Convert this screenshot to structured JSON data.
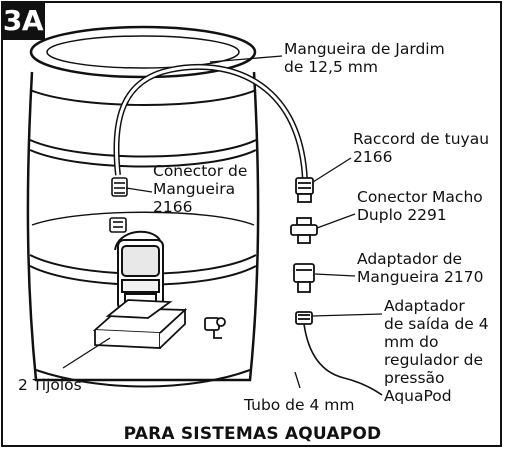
{
  "figure": {
    "badge": "3A",
    "title": "PARA SISTEMAS AQUAPOD",
    "labels": {
      "garden_hose": "Mangueira de Jardim\nde 12,5 mm",
      "hose_connector": "Conector de\nMangueira\n2166",
      "raccord": "Raccord de tuyau\n2166",
      "double_male": "Conector Macho\nDuplo 2291",
      "hose_adapter": "Adaptador de\nMangueira 2170",
      "outlet_adapter": "Adaptador\nde saída de 4\nmm do\nregulador de\npressão\nAquaPod",
      "tube": "Tubo de 4 mm",
      "bricks": "2 Tijolos"
    }
  }
}
